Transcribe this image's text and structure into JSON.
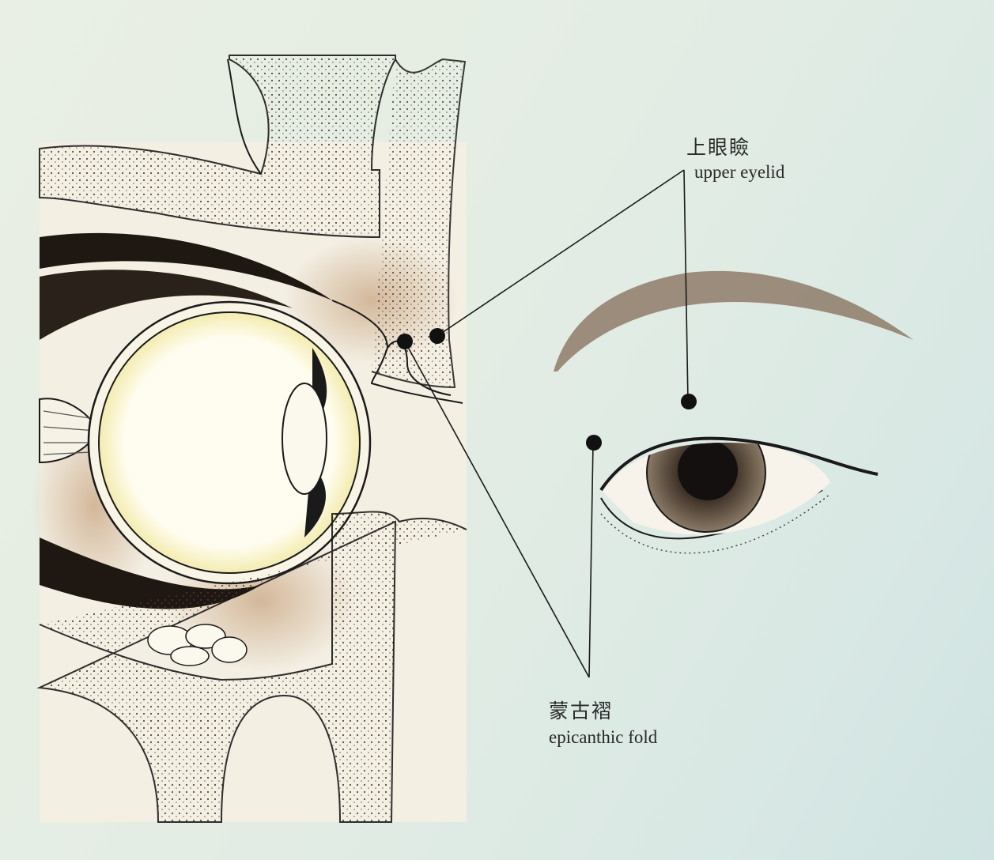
{
  "labels": {
    "upper_eyelid_zh": "上眼瞼",
    "upper_eyelid_en": "upper eyelid",
    "epicanthic_fold_zh": "蒙古褶",
    "epicanthic_fold_en": "epicanthic fold"
  },
  "colors": {
    "ink": "#1a1a1a",
    "bone_fill": "#f4efe2",
    "tissue_tint": "#c9a07a"
  }
}
